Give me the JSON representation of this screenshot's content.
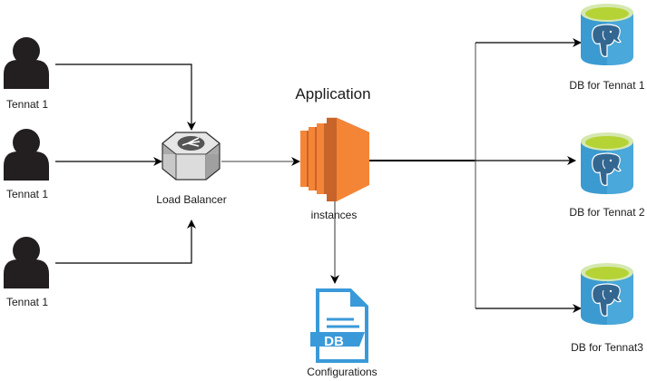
{
  "diagram": {
    "title": "Application",
    "nodes": {
      "tenant_a": {
        "label": "Tennat 1",
        "icon": "user-icon"
      },
      "tenant_b": {
        "label": "Tennat 1",
        "icon": "user-icon"
      },
      "tenant_c": {
        "label": "Tennat 1",
        "icon": "user-icon"
      },
      "load_balancer": {
        "label": "Load Balancer",
        "icon": "load-balancer-icon"
      },
      "instances": {
        "label": "instances",
        "icon": "ec2-instances-icon"
      },
      "configurations": {
        "label": "Configurations",
        "icon": "db-file-icon",
        "badge": "DB"
      },
      "db1": {
        "label": "DB for Tennat 1",
        "icon": "postgresql-database-icon"
      },
      "db2": {
        "label": "DB for Tennat 2",
        "icon": "postgresql-database-icon"
      },
      "db3": {
        "label": "DB for Tennat3",
        "icon": "postgresql-database-icon"
      }
    },
    "edges": [
      {
        "from": "tenant_a",
        "to": "load_balancer"
      },
      {
        "from": "tenant_b",
        "to": "load_balancer"
      },
      {
        "from": "tenant_c",
        "to": "load_balancer"
      },
      {
        "from": "load_balancer",
        "to": "instances"
      },
      {
        "from": "instances",
        "to": "configurations"
      },
      {
        "from": "instances",
        "to": "db1"
      },
      {
        "from": "instances",
        "to": "db2"
      },
      {
        "from": "instances",
        "to": "db3"
      }
    ],
    "colors": {
      "user": "#231f20",
      "instance_orange": "#f58536",
      "instance_dark": "#c8632a",
      "db_blue": "#3b9bd1",
      "db_blue_light": "#55b0e0",
      "db_top": "#b5d334",
      "elephant": "#336791",
      "file_blue": "#3a9ad9",
      "lb_gray": "#d4d4d4",
      "edge": "#000000"
    }
  }
}
